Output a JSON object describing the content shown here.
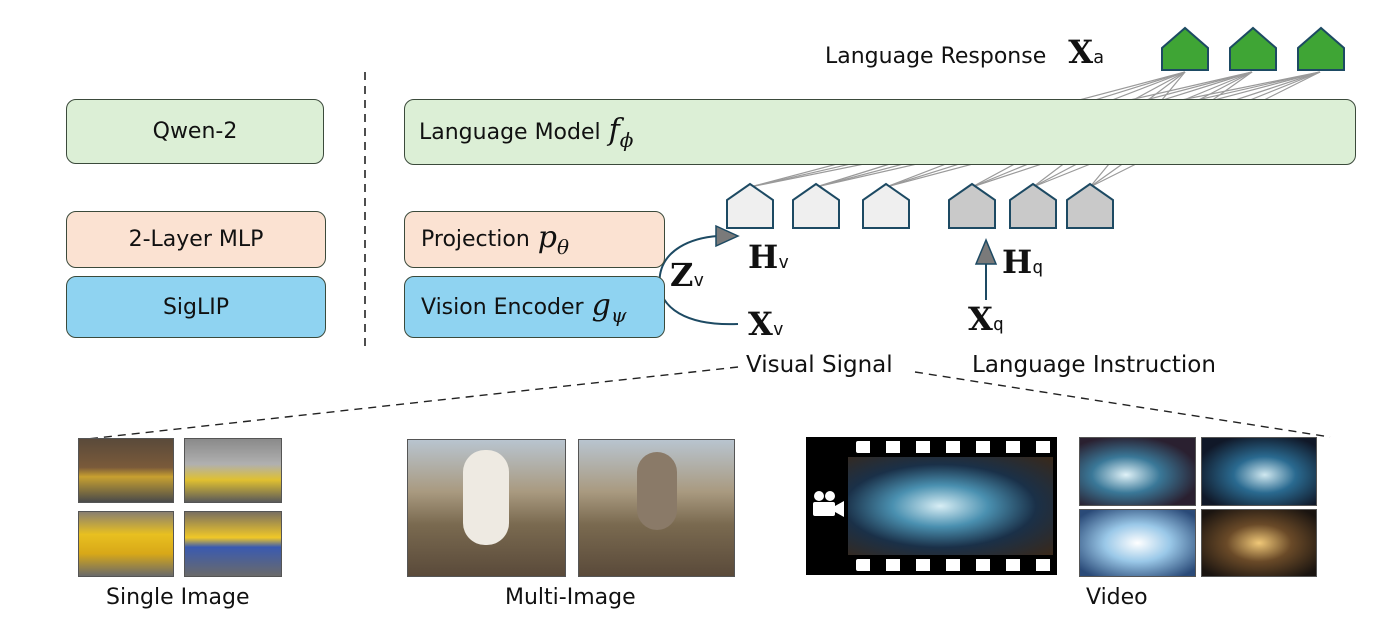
{
  "left_stack": {
    "llm": "Qwen-2",
    "projector": "2-Layer MLP",
    "vision": "SigLIP"
  },
  "architecture": {
    "language_model": {
      "label": "Language Model",
      "symbol": "f",
      "subscript": "ϕ"
    },
    "projection": {
      "label": "Projection",
      "symbol": "p",
      "subscript": "θ"
    },
    "vision_encoder": {
      "label": "Vision Encoder",
      "symbol": "g",
      "subscript": "ψ"
    }
  },
  "response": {
    "label": "Language Response",
    "symbol": "X",
    "subscript": "a"
  },
  "symbols": {
    "zv": {
      "main": "Z",
      "sub": "v"
    },
    "hv": {
      "main": "H",
      "sub": "v"
    },
    "hq": {
      "main": "H",
      "sub": "q"
    },
    "xv": {
      "main": "X",
      "sub": "v"
    },
    "xq": {
      "main": "X",
      "sub": "q"
    }
  },
  "signals": {
    "visual": "Visual Signal",
    "language": "Language Instruction"
  },
  "examples": {
    "single": "Single Image",
    "multi": "Multi-Image",
    "video": "Video"
  },
  "colors": {
    "green_fill": "#dcefd6",
    "peach_fill": "#fbe2d2",
    "blue_fill": "#8fd3f1",
    "response_token": "#3fa535",
    "visual_token": "#efefef",
    "language_token": "#c9c9c9"
  },
  "icons": [
    "video-camera-icon"
  ]
}
